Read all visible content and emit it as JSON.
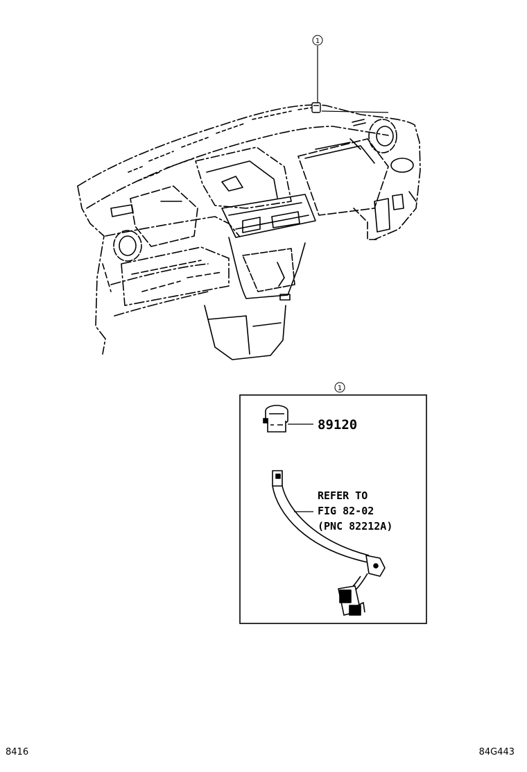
{
  "callouts": {
    "top_marker": "1",
    "detail_marker": "1"
  },
  "parts": {
    "part_number": "89120",
    "refer_line1": "REFER TO",
    "refer_line2": "FIG 82-02",
    "refer_line3": "(PNC 82212A)"
  },
  "footer": {
    "left_code": "8416",
    "right_code": "84G443"
  }
}
